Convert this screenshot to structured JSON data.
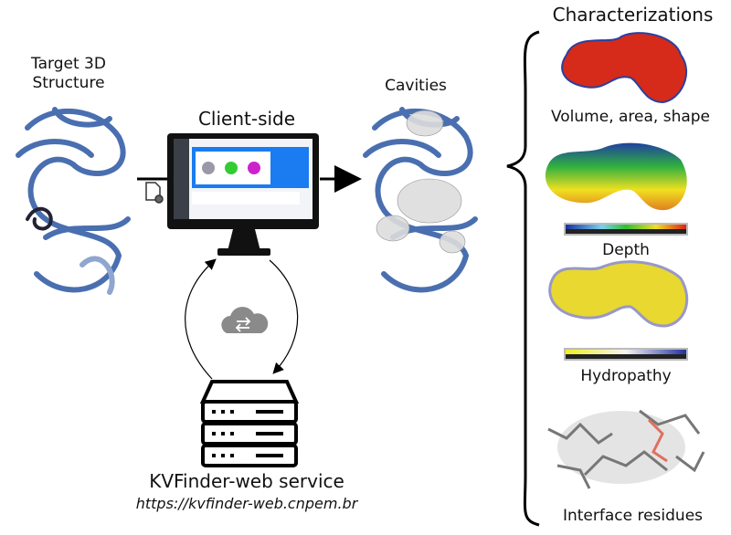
{
  "labels": {
    "target": "Target 3D Structure",
    "target_line1": "Target 3D",
    "target_line2": "Structure",
    "client": "Client-side",
    "cavities": "Cavities",
    "characterizations": "Characterizations",
    "volume": "Volume, area, shape",
    "depth": "Depth",
    "hydropathy": "Hydropathy",
    "interface": "Interface residues",
    "service": "KVFinder-web service",
    "url": "https://kvfinder-web.cnpem.br"
  },
  "colors": {
    "protein": "#4a6fb0",
    "screen": "#1a7cf0",
    "volume": "#d62a1a",
    "cloud": "#8a8a8a"
  },
  "icons": [
    "document-gear-icon",
    "cloud-sync-icon",
    "server-icon",
    "monitor-icon"
  ]
}
